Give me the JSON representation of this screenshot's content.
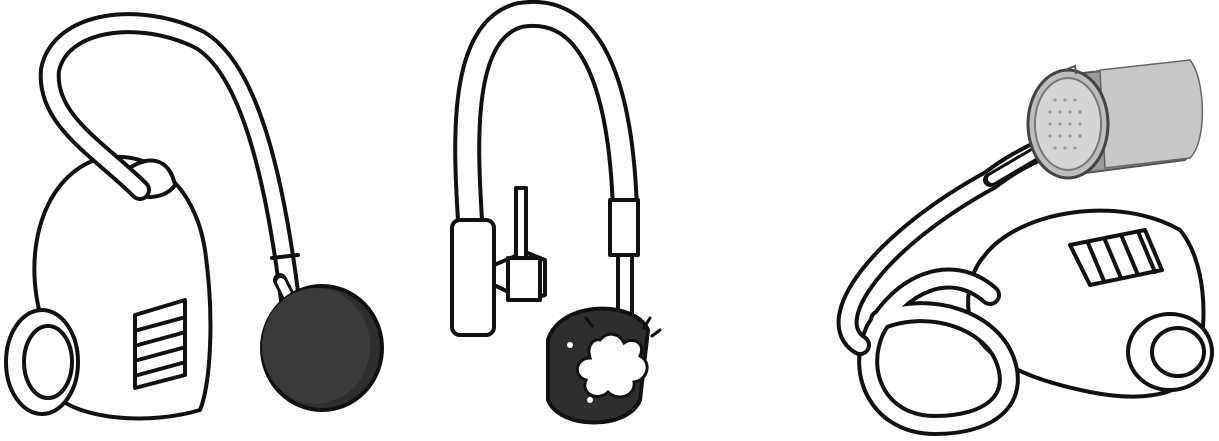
{
  "illustrations": [
    {
      "name": "vacuum-with-filter",
      "icon": "vacuum-cleaner-icon"
    },
    {
      "name": "tap-rinsing-filter",
      "icon": "faucet-icon"
    },
    {
      "name": "vacuum-filter-inserted",
      "icon": "vacuum-cleaner-icon"
    }
  ],
  "colors": {
    "outline": "#111111",
    "filter_dark": "#333333",
    "filter_grey": "#b8b8b8",
    "background": "#ffffff"
  }
}
